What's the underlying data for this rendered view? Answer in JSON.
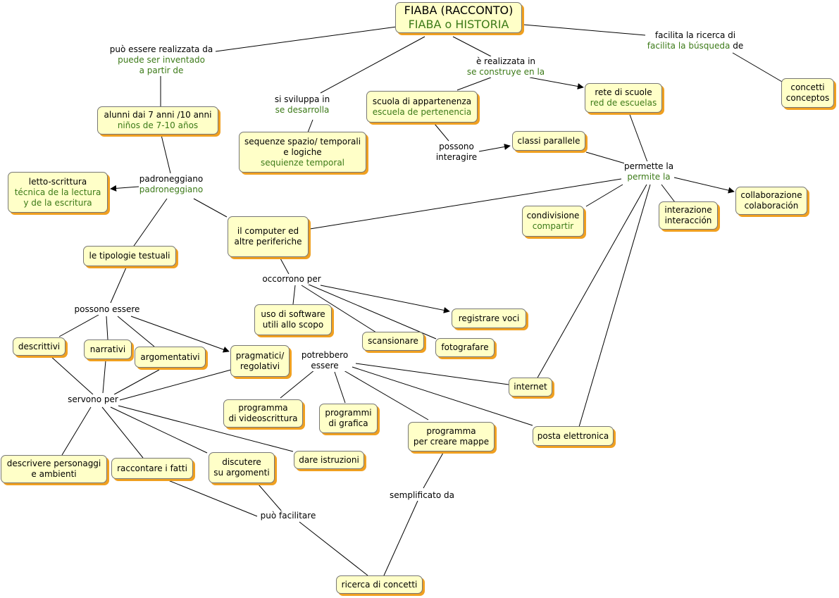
{
  "colors": {
    "node_fill": "#ffffc8",
    "node_shadow": "#f0a020",
    "spanish_text": "#3c7a18",
    "line": "#000000"
  },
  "concepts": {
    "fiaba": {
      "it": "FIABA (RACCONTO)",
      "es": "FIABA o HISTORIA"
    },
    "alunni": {
      "it": "alunni dai 7 anni /10 anni",
      "es": "niños de 7-10 años"
    },
    "sequenze": {
      "it": "sequenze spazio/ temporali\ne logiche",
      "es": "sequienze temporal"
    },
    "scuola": {
      "it": "scuola di appartenenza",
      "es": "escuela de pertenencia"
    },
    "rete": {
      "it": "rete di scuole",
      "es": "red de escuelas"
    },
    "concetti": {
      "it": "concetti",
      "es": "conceptos"
    },
    "letto": {
      "it": "letto-scrittura",
      "es": "técnica de la lectura\ny de la escritura"
    },
    "classi": {
      "it": "classi parallele"
    },
    "computer": {
      "it": "il computer ed\naltre periferiche"
    },
    "condivisione": {
      "it": "condivisione",
      "es": "compartir"
    },
    "interazione": {
      "it": "interazione",
      "es": "interacción"
    },
    "collaborazione": {
      "it": "collaborazione",
      "es": "colaboración"
    },
    "tipologie": {
      "it": "le tipologie testuali"
    },
    "registrare": {
      "it": "registrare voci"
    },
    "uso": {
      "it": "uso di software\nutili allo scopo"
    },
    "scansionare": {
      "it": "scansionare"
    },
    "fotografare": {
      "it": "fotografare"
    },
    "descrittivi": {
      "it": "descrittivi"
    },
    "narrativi": {
      "it": "narrativi"
    },
    "argomentativi": {
      "it": "argomentativi"
    },
    "pragmatici": {
      "it": "pragmatici/\nregolativi"
    },
    "internet": {
      "it": "internet"
    },
    "videoscrittura": {
      "it": "programma\ndi videoscrittura"
    },
    "grafica": {
      "it": "programmi\ndi grafica"
    },
    "mappe": {
      "it": "programma\nper creare mappe"
    },
    "posta": {
      "it": "posta elettronica"
    },
    "descrivere": {
      "it": "descrivere personaggi\ne ambienti"
    },
    "raccontare": {
      "it": "raccontare i fatti"
    },
    "discutere": {
      "it": "discutere\nsu argomenti"
    },
    "istruzioni": {
      "it": "dare istruzioni"
    },
    "ricerca": {
      "it": "ricerca di concetti"
    }
  },
  "links": {
    "realizzata": {
      "it": "può essere realizzata da",
      "es": "puede ser inventado\na partir de"
    },
    "sviluppa": {
      "it": "si sviluppa in",
      "es": "se desarrolla"
    },
    "erealizzata": {
      "it": "è realizzata in",
      "es": "se construye en la"
    },
    "facilita_es_suffix": "de",
    "facilita": {
      "it": "facilita la ricerca di",
      "es": "facilita la búsqueda"
    },
    "padroneggiano": {
      "it": "padroneggiano",
      "es": "padroneggiano"
    },
    "possono_interagire": {
      "it": "possono\ninteragire"
    },
    "permette": {
      "it": "permette la",
      "es": "permite la"
    },
    "occorrono": {
      "it": "occorrono per"
    },
    "possono_essere": {
      "it": "possono essere"
    },
    "potrebbero": {
      "it": "potrebbero\nessere"
    },
    "servono": {
      "it": "servono per"
    },
    "semplificato": {
      "it": "semplificato da"
    },
    "puo_facilitare": {
      "it": "può facilitare"
    }
  }
}
